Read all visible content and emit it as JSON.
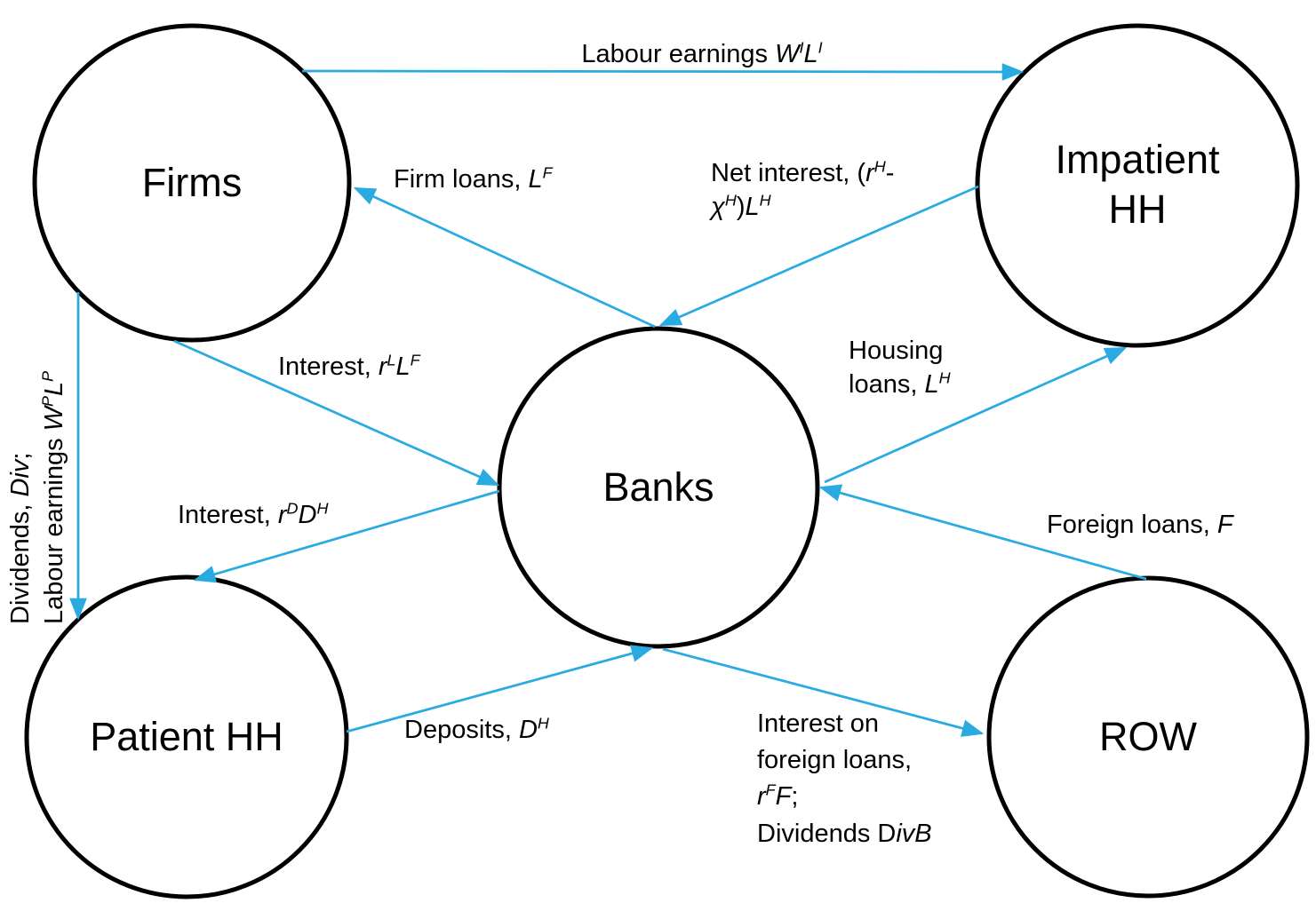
{
  "colors": {
    "arrow": "#29ABE2",
    "node_outline": "#000000",
    "text": "#000000",
    "background": "#FFFFFF"
  },
  "nodes": {
    "firms": {
      "label": "Firms"
    },
    "impatient_hh": {
      "label": "Impatient HH"
    },
    "banks": {
      "label": "Banks"
    },
    "patient_hh": {
      "label": "Patient HH"
    },
    "row": {
      "label": "ROW"
    }
  },
  "edges": {
    "labour_earnings": {
      "from": "Firms",
      "to": "Impatient HH",
      "text": "Labour earnings W^I L^I",
      "html": "Labour earnings <i>W<sup>I</sup>L<sup>I</sup></i>"
    },
    "firm_loans": {
      "from": "Banks",
      "to": "Firms",
      "text": "Firm loans, L^F",
      "html": "Firm loans, <i>L<sup>F</sup></i>"
    },
    "net_interest": {
      "from": "Impatient HH",
      "to": "Banks",
      "text": "Net interest, (r^H - χ^H)L^H",
      "html": "Net interest, (<i>r<sup>H</sup></i>-<br><i>&chi;<sup>H</sup></i>)<i>L<sup>H</sup></i>"
    },
    "interest_firm": {
      "from": "Firms",
      "to": "Banks",
      "text": "Interest, r^L L^F",
      "html": "Interest, <i>r<sup>L</sup>L<sup>F</sup></i>"
    },
    "housing_loans": {
      "from": "Banks",
      "to": "Impatient HH",
      "text": "Housing loans, L^H",
      "html": "Housing<br>loans, <i>L<sup>H</sup></i>"
    },
    "foreign_loans": {
      "from": "ROW",
      "to": "Banks",
      "text": "Foreign loans, F",
      "html": "Foreign loans, <i>F</i>"
    },
    "interest_deposits": {
      "from": "Banks",
      "to": "Patient HH",
      "text": "Interest, r^D D^H",
      "html": "Interest, <i>r<sup>D</sup>D<sup>H</sup></i>"
    },
    "deposits": {
      "from": "Patient HH",
      "to": "Banks",
      "text": "Deposits, D^H",
      "html": "Deposits, <i>D<sup>H</sup></i>"
    },
    "interest_foreign": {
      "from": "Banks",
      "to": "ROW",
      "text": "Interest on foreign loans, r^F F; Dividends DivB",
      "html": "Interest on<br>foreign loans,<br><i>r<sup>F</sup>F</i>;<br>Dividends D<i>ivB</i>"
    },
    "dividends_labour": {
      "from": "Firms",
      "to": "Patient HH",
      "text": "Dividends, Div; Labour earnings W^P L^P",
      "html": "Dividends, <i>Div</i>;<br>Labour earnings <i>W<sup>P</sup>L<sup>P</sup></i>"
    }
  }
}
